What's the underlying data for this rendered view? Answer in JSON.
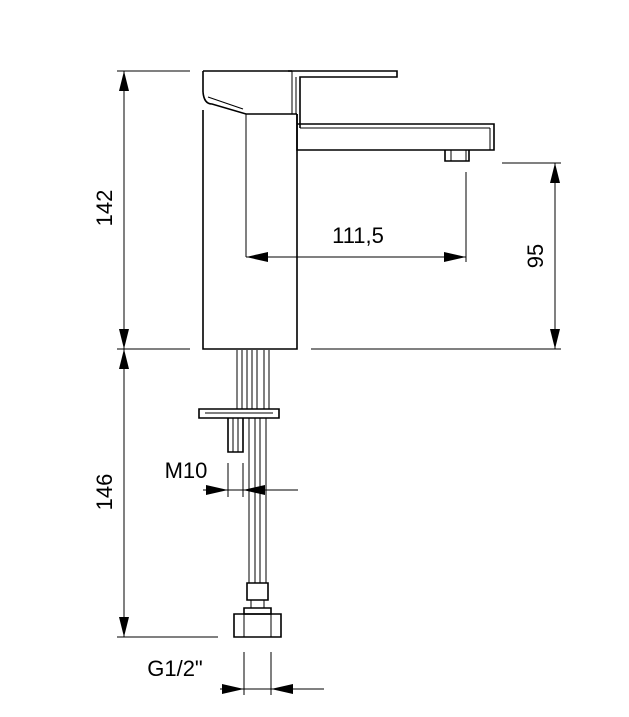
{
  "dimensions": {
    "total_height": "142",
    "spout_reach": "111,5",
    "spout_height": "95",
    "hose_length": "146",
    "stud_thread": "M10",
    "hose_thread": "G1/2\""
  }
}
